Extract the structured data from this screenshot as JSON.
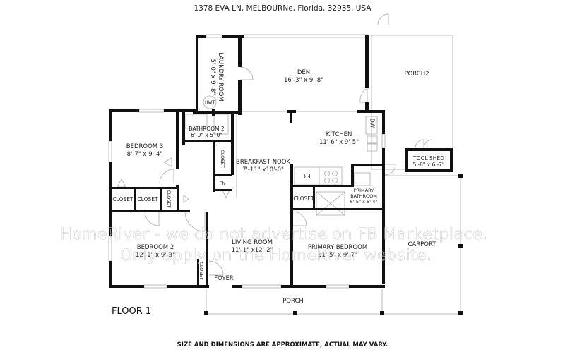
{
  "header": {
    "address": "1378 EVA LN, MELBOURNe, Florida, 32935, USA"
  },
  "floor_label": "FLOOR 1",
  "footer": {
    "disclaimer": "SIZE AND DIMENSIONS ARE APPROXIMATE, ACTUAL MAY VARY."
  },
  "watermark": {
    "line1": "HomeRiver - we do not advertise on FB Marketplace.",
    "line2": "Only apply on the HomeRiver website."
  },
  "rooms": {
    "laundry": {
      "name": "LAUNDRY ROOM",
      "dims": "5'-0\" x 9'-8\""
    },
    "den": {
      "name": "DEN",
      "dims": "16'-3\" x 9'-8\""
    },
    "porch2": {
      "name": "PORCH2"
    },
    "bedroom3": {
      "name": "BEDROOM 3",
      "dims": "8'-7\" x 9'-4\""
    },
    "bathroom2": {
      "name": "BATHROOM 2",
      "dims": "6'-9\" x 5'-0\""
    },
    "kitchen": {
      "name": "KITCHEN",
      "dims": "11'-6\" x 9'-5\""
    },
    "tool_shed": {
      "name": "TOOL SHED",
      "dims": "5'-8\" x 6'-7\""
    },
    "breakfast_nook": {
      "name": "BREAKFAST NOOK",
      "dims": "7'-11\" x10'-0\""
    },
    "primary_bathroom": {
      "name": "PRIMARY BATHROOM",
      "name_line1": "PRIMARY",
      "name_line2": "BATHROOM",
      "dims": "6'-5\" x 5'-4\""
    },
    "closet_label": "CLOSET",
    "bedroom2": {
      "name": "BEDROOM 2",
      "dims": "12'-1\" x 9'-3\""
    },
    "living_room": {
      "name": "LIVING ROOM",
      "dims": "11'-1\" x12'-2\""
    },
    "primary_bedroom": {
      "name": "PRIMARY BEDROOM",
      "dims": "11'-5\" x 9'-7\""
    },
    "carport": {
      "name": "CARPORT"
    },
    "foyer": {
      "name": "FOYER"
    },
    "porch": {
      "name": "PORCH"
    }
  },
  "fixtures": {
    "hwt": "HWT",
    "dw": "DW",
    "fr": "FR",
    "fn": "FN"
  }
}
